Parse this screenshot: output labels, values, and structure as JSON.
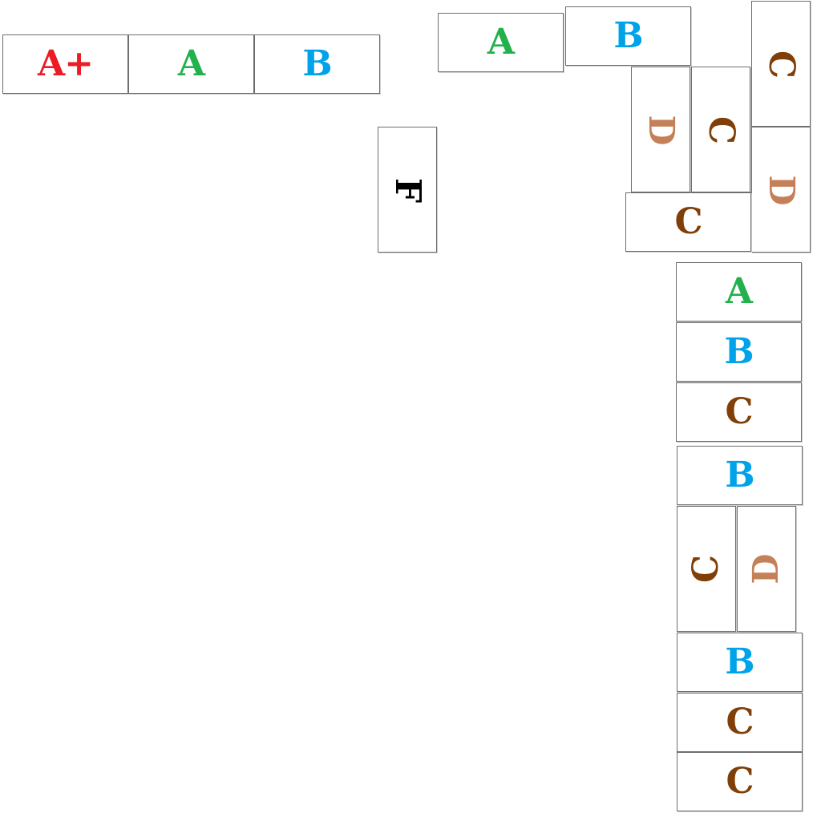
{
  "grade_colors": {
    "A+": "#ec1c24",
    "A": "#22b14c",
    "B": "#00a2e8",
    "C": "#7f3f07",
    "D": "#c48058",
    "F": "#000000"
  },
  "tiles": [
    {
      "id": "a-plus-1",
      "grade": "A+",
      "label": "A+"
    },
    {
      "id": "a-1",
      "grade": "A",
      "label": "A"
    },
    {
      "id": "b-1",
      "grade": "B",
      "label": "B"
    },
    {
      "id": "a-2",
      "grade": "A",
      "label": "A"
    },
    {
      "id": "b-2",
      "grade": "B",
      "label": "B"
    },
    {
      "id": "c-1",
      "grade": "C",
      "label": "C"
    },
    {
      "id": "d-1",
      "grade": "D",
      "label": "D"
    },
    {
      "id": "c-2",
      "grade": "C",
      "label": "C"
    },
    {
      "id": "d-2",
      "grade": "D",
      "label": "D"
    },
    {
      "id": "c-3",
      "grade": "C",
      "label": "C"
    },
    {
      "id": "f-1",
      "grade": "F",
      "label": "F"
    },
    {
      "id": "a-3",
      "grade": "A",
      "label": "A"
    },
    {
      "id": "b-3",
      "grade": "B",
      "label": "B"
    },
    {
      "id": "c-4",
      "grade": "C",
      "label": "C"
    },
    {
      "id": "b-4",
      "grade": "B",
      "label": "B"
    },
    {
      "id": "c-5",
      "grade": "C",
      "label": "C"
    },
    {
      "id": "d-3",
      "grade": "D",
      "label": "D"
    },
    {
      "id": "b-5",
      "grade": "B",
      "label": "B"
    },
    {
      "id": "c-6",
      "grade": "C",
      "label": "C"
    },
    {
      "id": "c-7",
      "grade": "C",
      "label": "C"
    }
  ]
}
